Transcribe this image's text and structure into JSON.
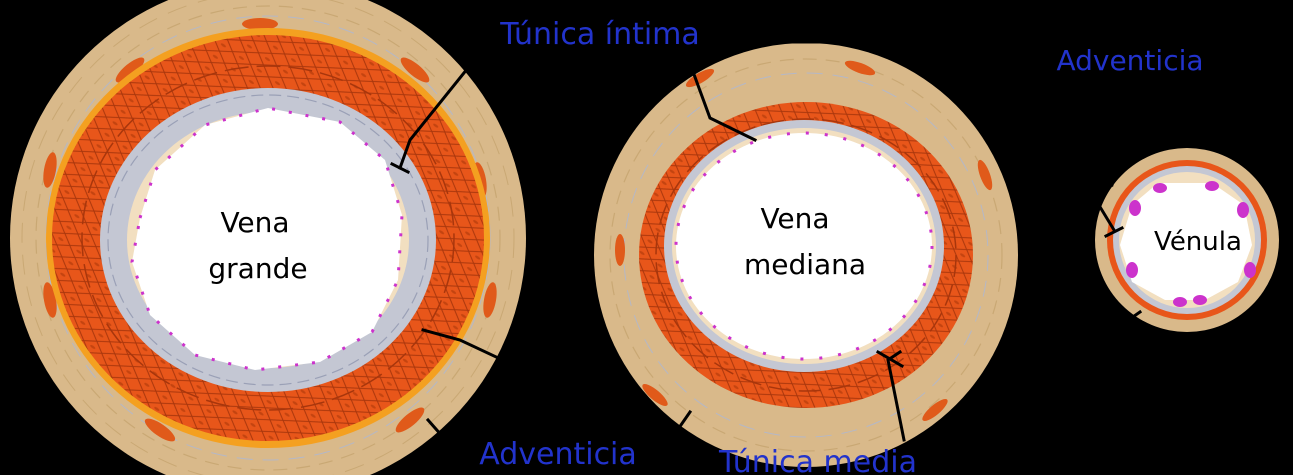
{
  "colors": {
    "background": "#000000",
    "adventitia": "#d9b98a",
    "adventitia_light": "#e6cfa4",
    "media": "#e8561a",
    "media_dark": "#b83a0c",
    "media_accent": "#f4a020",
    "intima": "#c4c7d3",
    "lumen": "#ffffff",
    "endothelial_nuclei": "#cc33cc",
    "label_blue": "#2233cc",
    "label_black": "#000000"
  },
  "vessels": {
    "large_vein": {
      "line1": "Vena",
      "line2": "grande"
    },
    "medium_vein": {
      "line1": "Vena",
      "line2": "mediana"
    },
    "venule": {
      "line1": "Vénula"
    }
  },
  "labels": {
    "tunica_intima": "Túnica íntima",
    "adventicia_top": "Adventicia",
    "adventicia_bottom": "Adventicia",
    "tunica_media": "Túnica media"
  }
}
